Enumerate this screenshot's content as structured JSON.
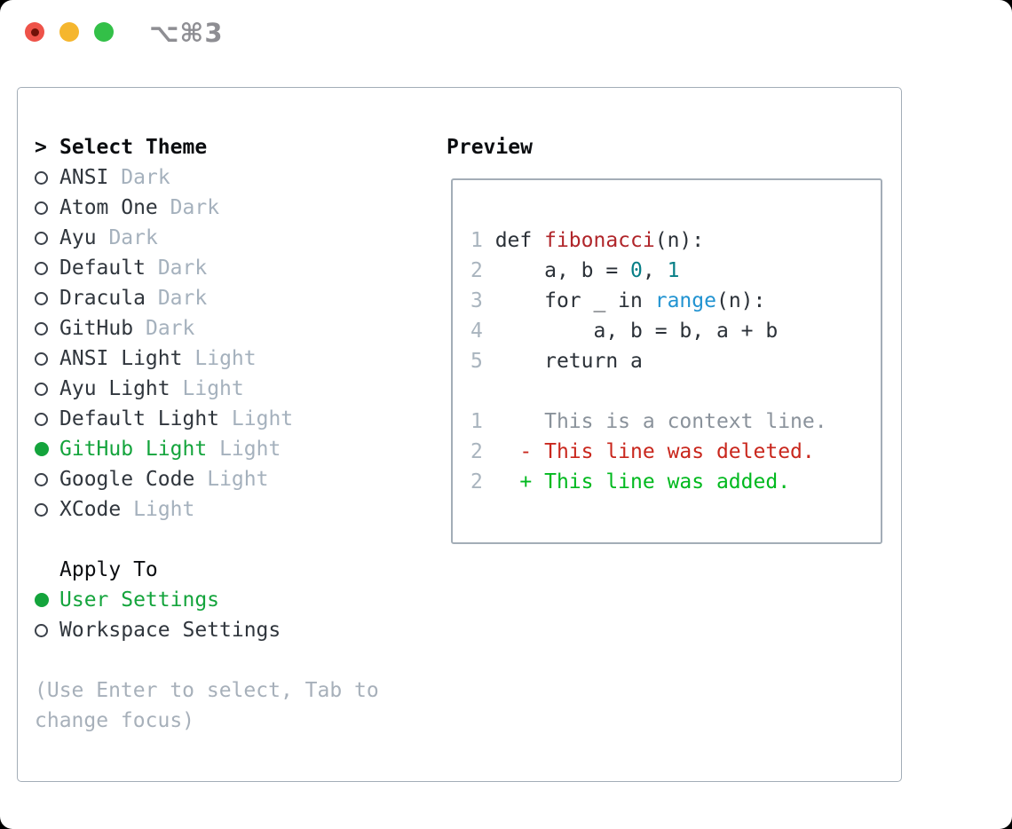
{
  "window": {
    "title": "⌥⌘3"
  },
  "theme_picker": {
    "prompt": ">",
    "title": "Select Theme",
    "themes": [
      {
        "name": "ANSI",
        "variant": "Dark",
        "selected": false
      },
      {
        "name": "Atom One",
        "variant": "Dark",
        "selected": false
      },
      {
        "name": "Ayu",
        "variant": "Dark",
        "selected": false
      },
      {
        "name": "Default",
        "variant": "Dark",
        "selected": false
      },
      {
        "name": "Dracula",
        "variant": "Dark",
        "selected": false
      },
      {
        "name": "GitHub",
        "variant": "Dark",
        "selected": false
      },
      {
        "name": "ANSI Light",
        "variant": "Light",
        "selected": false
      },
      {
        "name": "Ayu Light",
        "variant": "Light",
        "selected": false
      },
      {
        "name": "Default Light",
        "variant": "Light",
        "selected": false
      },
      {
        "name": "GitHub Light",
        "variant": "Light",
        "selected": true
      },
      {
        "name": "Google Code",
        "variant": "Light",
        "selected": false
      },
      {
        "name": "XCode",
        "variant": "Light",
        "selected": false
      }
    ],
    "apply_to": {
      "title": "Apply To",
      "options": [
        {
          "label": "User Settings",
          "selected": true
        },
        {
          "label": "Workspace Settings",
          "selected": false
        }
      ]
    },
    "hint_lines": [
      "(Use Enter to select, Tab to",
      "change focus)"
    ]
  },
  "preview": {
    "title": "Preview",
    "lines": [
      {
        "segments": [
          {
            "c": "ln",
            "t": "1 "
          },
          {
            "c": "code",
            "t": "def "
          },
          {
            "c": "func",
            "t": "fibonacci"
          },
          {
            "c": "code",
            "t": "(n):"
          }
        ]
      },
      {
        "segments": [
          {
            "c": "ln",
            "t": "2 "
          },
          {
            "c": "code",
            "t": "    a, b = "
          },
          {
            "c": "num",
            "t": "0"
          },
          {
            "c": "code",
            "t": ", "
          },
          {
            "c": "num",
            "t": "1"
          }
        ]
      },
      {
        "segments": [
          {
            "c": "ln",
            "t": "3 "
          },
          {
            "c": "code",
            "t": "    for _ in "
          },
          {
            "c": "builtin",
            "t": "range"
          },
          {
            "c": "code",
            "t": "(n):"
          }
        ]
      },
      {
        "segments": [
          {
            "c": "ln",
            "t": "4 "
          },
          {
            "c": "code",
            "t": "        a, b = b, a + b"
          }
        ]
      },
      {
        "segments": [
          {
            "c": "ln",
            "t": "5 "
          },
          {
            "c": "code",
            "t": "    return a"
          }
        ]
      },
      {
        "segments": []
      },
      {
        "segments": [
          {
            "c": "ln",
            "t": "1 "
          },
          {
            "c": "context",
            "t": "    This is a context line."
          }
        ]
      },
      {
        "segments": [
          {
            "c": "ln",
            "t": "2 "
          },
          {
            "c": "deleted",
            "t": "  - This line was deleted."
          }
        ]
      },
      {
        "segments": [
          {
            "c": "ln",
            "t": "2 "
          },
          {
            "c": "added",
            "t": "  + This line was added."
          }
        ]
      }
    ]
  },
  "colors": {
    "selected_green": "#14a43c",
    "added_green": "#00b91e",
    "deleted_red": "#c9271d",
    "context_gray": "#8a929b",
    "line_number_gray": "#a9b4be",
    "function_red": "#b0252a",
    "number_teal": "#077f87",
    "builtin_blue": "#2193d1",
    "border_gray": "#a3adb7",
    "variant_gray": "#a5b1bd",
    "hint_gray": "#a7b0ba",
    "traffic_red": "#ee5349",
    "traffic_yellow": "#f5b62e",
    "traffic_green": "#33c048"
  }
}
